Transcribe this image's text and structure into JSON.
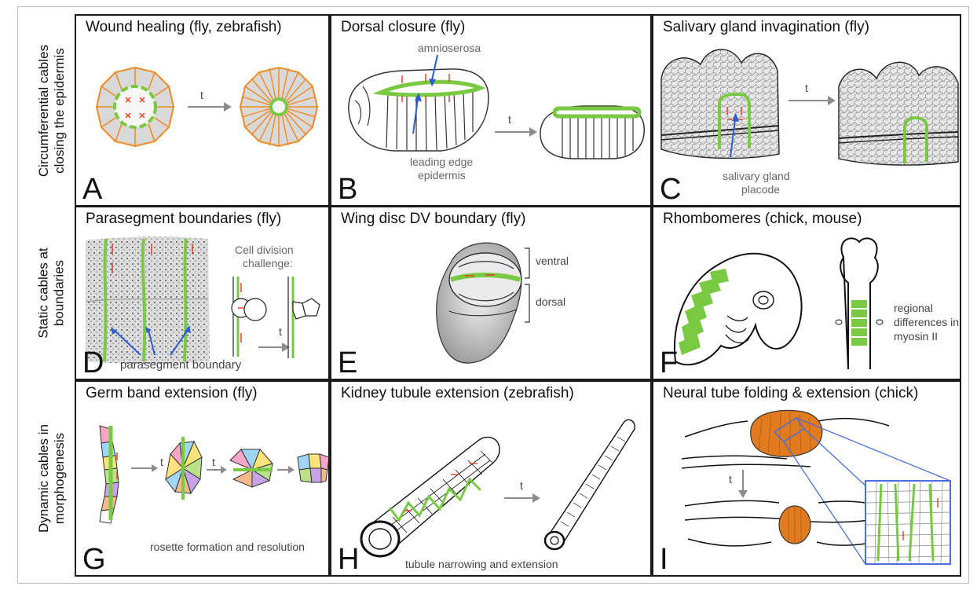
{
  "rows": [
    {
      "label_lines": [
        "Circumferential cables",
        "closing the epidermis"
      ]
    },
    {
      "label_lines": [
        "Static cables at",
        "boundaries"
      ]
    },
    {
      "label_lines": [
        "Dynamic cables in",
        "morphogenesis"
      ]
    }
  ],
  "panels": [
    {
      "letter": "A",
      "title": "Wound healing (fly, zebrafish)",
      "time_label": "t"
    },
    {
      "letter": "B",
      "title": "Dorsal closure (fly)",
      "time_label": "t",
      "label_amnioserosa": "amnioserosa",
      "label_leading_edge": "leading edge",
      "label_leading_edge_2": "epidermis"
    },
    {
      "letter": "C",
      "title": "Salivary gland invagination (fly)",
      "time_label": "t",
      "label_placode_1": "salivary gland",
      "label_placode_2": "placode"
    },
    {
      "letter": "D",
      "title": "Parasegment boundaries (fly)",
      "time_label": "t",
      "label_cell_div_1": "Cell division",
      "label_cell_div_2": "challenge:",
      "label_boundary": "parasegment boundary"
    },
    {
      "letter": "E",
      "title": "Wing disc DV boundary (fly)",
      "label_ventral": "ventral",
      "label_dorsal": "dorsal"
    },
    {
      "letter": "F",
      "title": "Rhombomeres (chick, mouse)",
      "label_regional_1": "regional",
      "label_regional_2": "differences in",
      "label_regional_3": "myosin II"
    },
    {
      "letter": "G",
      "title": "Germ band extension (fly)",
      "time_label": "t",
      "caption": "rosette formation and resolution"
    },
    {
      "letter": "H",
      "title": "Kidney tubule extension (zebrafish)",
      "time_label": "t",
      "caption": "tubule narrowing and extension"
    },
    {
      "letter": "I",
      "title": "Neural tube folding & extension (chick)",
      "time_label": "t"
    }
  ],
  "colors": {
    "actomyosin_cable": "#7ac943",
    "cell_outline": "#f08a24",
    "tension_arrow": "#e8412c",
    "pointer_arrow": "#2f5bd3",
    "zoom_box": "#4a6fd8",
    "neural_fold": "#e07b1f",
    "panel_border": "#1a1a1a"
  }
}
